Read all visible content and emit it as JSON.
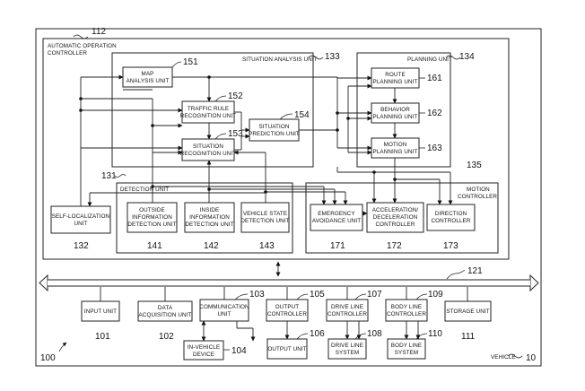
{
  "frames": {
    "vehicle": {
      "label": "VEHICLE",
      "ref": "10"
    },
    "controller": {
      "label": [
        "AUTOMATIC OPERATION",
        "CONTROLLER"
      ],
      "ref": "112"
    },
    "situation": {
      "label": "SITUATION ANALYSIS UNIT",
      "ref": "133"
    },
    "planning": {
      "label": "PLANNING UNIT",
      "ref": "134"
    },
    "detection": {
      "label": "DETECTION UNIT",
      "ref": "131"
    },
    "motion": {
      "label": [
        "MOTION",
        "CONTROLLER"
      ],
      "ref": "135"
    },
    "system": {
      "ref": "100"
    },
    "bus": {
      "ref": "121"
    }
  },
  "blocks": {
    "map": {
      "label": [
        "MAP",
        "ANALYSIS UNIT"
      ],
      "ref": "151"
    },
    "traffic": {
      "label": [
        "TRAFFIC RULE",
        "RECOGNITION UNIT"
      ],
      "ref": "152"
    },
    "recognition": {
      "label": [
        "SITUATION",
        "RECOGNITION UNIT"
      ],
      "ref": "153"
    },
    "prediction": {
      "label": [
        "SITUATION",
        "PREDICTION UNIT"
      ],
      "ref": "154"
    },
    "route": {
      "label": [
        "ROUTE",
        "PLANNING UNIT"
      ],
      "ref": "161"
    },
    "behavior": {
      "label": [
        "BEHAVIOR",
        "PLANNING UNIT"
      ],
      "ref": "162"
    },
    "motionplan": {
      "label": [
        "MOTION",
        "PLANNING UNIT"
      ],
      "ref": "163"
    },
    "selfloc": {
      "label": [
        "SELF-LOCALIZATION",
        "UNIT"
      ],
      "ref": "132"
    },
    "outside": {
      "label": [
        "OUTSIDE",
        "INFORMATION",
        "DETECTION UNIT"
      ],
      "ref": "141"
    },
    "inside": {
      "label": [
        "INSIDE",
        "INFORMATION",
        "DETECTION UNIT"
      ],
      "ref": "142"
    },
    "vehstate": {
      "label": [
        "VEHICLE STATE",
        "DETECTION UNIT"
      ],
      "ref": "143"
    },
    "emergency": {
      "label": [
        "EMERGENCY",
        "AVOIDANCE UNIT"
      ],
      "ref": "171"
    },
    "accel": {
      "label": [
        "ACCELERATION/",
        "DECELERATION",
        "CONTROLLER"
      ],
      "ref": "172"
    },
    "direction": {
      "label": [
        "DIRECTION",
        "CONTROLLER"
      ],
      "ref": "173"
    },
    "input": {
      "label": [
        "INPUT UNIT"
      ],
      "ref": "101"
    },
    "data": {
      "label": [
        "DATA",
        "ACQUISITION UNIT"
      ],
      "ref": "102"
    },
    "comm": {
      "label": [
        "COMMUNICATION",
        "UNIT"
      ],
      "ref": "103"
    },
    "invehicle": {
      "label": [
        "IN-VEHICLE",
        "DEVICE"
      ],
      "ref": "104"
    },
    "outctrl": {
      "label": [
        "OUTPUT",
        "CONTROLLER"
      ],
      "ref": "105"
    },
    "outunit": {
      "label": [
        "OUTPUT UNIT"
      ],
      "ref": "106"
    },
    "drivectrl": {
      "label": [
        "DRIVE LINE",
        "CONTROLLER"
      ],
      "ref": "107"
    },
    "drivesys": {
      "label": [
        "DRIVE LINE",
        "SYSTEM"
      ],
      "ref": "108"
    },
    "bodyctrl": {
      "label": [
        "BODY LINE",
        "CONTROLLER"
      ],
      "ref": "109"
    },
    "bodysys": {
      "label": [
        "BODY LINE",
        "SYSTEM"
      ],
      "ref": "110"
    },
    "storage": {
      "label": [
        "STORAGE UNIT"
      ],
      "ref": "111"
    }
  }
}
